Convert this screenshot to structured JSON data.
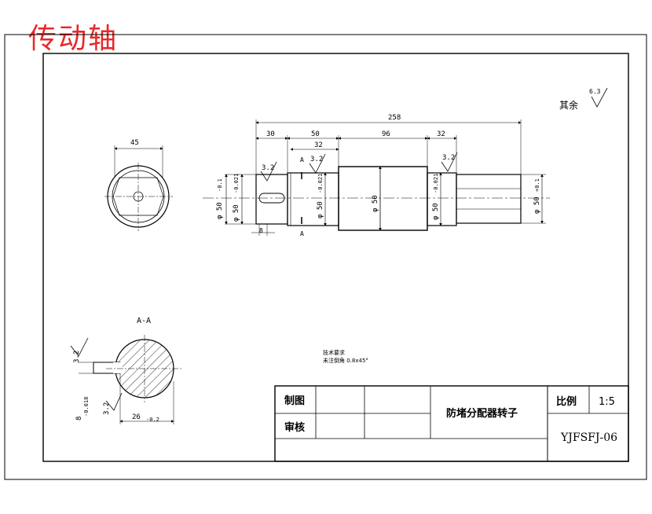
{
  "corner_title": "传动轴",
  "roughness_default": {
    "label": "其余",
    "value": "6.3"
  },
  "front_view": {
    "overall_length": "258",
    "seg_1": "30",
    "seg_2": "50",
    "seg_3": "32",
    "seg_4": "96",
    "seg_5": "32",
    "rough_1": "3.2",
    "rough_2": "3.2",
    "rough_3": "3.2",
    "dia_1": "φ 50",
    "dia_2": "φ 50",
    "dia_3": "φ 50",
    "dia_4": "φ 50",
    "dia_5": "φ 50",
    "dia_6": "φ 50",
    "tol_1": "-0.1",
    "tol_2": "-0.021",
    "tol_3": "-0.021",
    "tol_4": "-0.021",
    "tol_5": "+0.1",
    "key_width": "8",
    "section_mark": "A"
  },
  "end_view": {
    "width": "45"
  },
  "section_view": {
    "title": "A-A",
    "rough_1": "3.2",
    "rough_2": "3.2",
    "dim_depth": "26",
    "dim_depth_tol": "-0.2",
    "dim_width": "8",
    "dim_width_tol": "-0.018"
  },
  "tech_notes": {
    "heading": "技术要求",
    "line_1": "未注倒角 0.8x45°"
  },
  "title_block": {
    "drawn_label": "制图",
    "checked_label": "审核",
    "part_name": "防堵分配器转子",
    "scale_label": "比例",
    "scale_value": "1:5",
    "drawing_no": "YJFSFJ-06"
  }
}
